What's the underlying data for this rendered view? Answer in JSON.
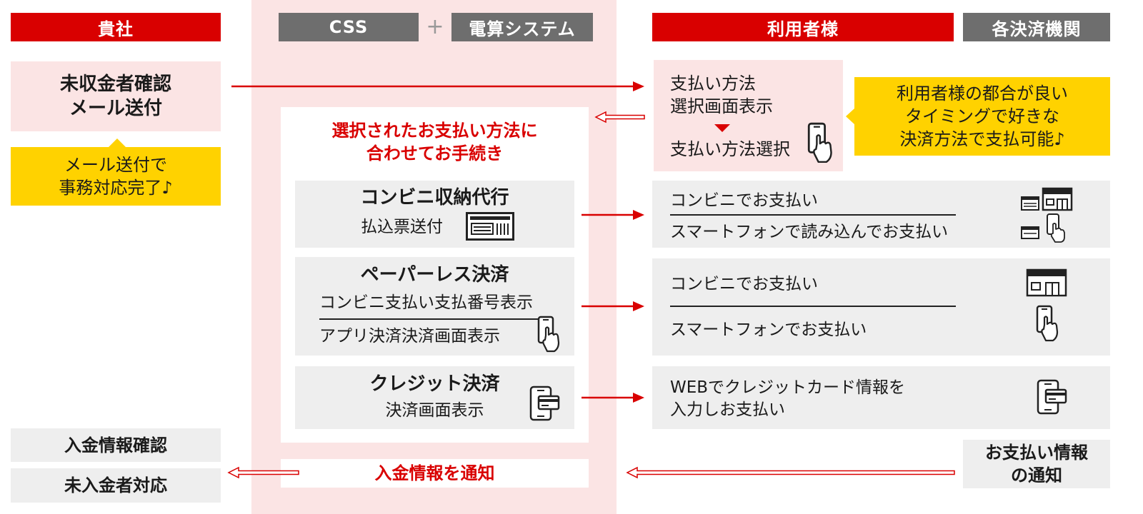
{
  "headers": {
    "company": "貴社",
    "css": "CSS",
    "plus": "+",
    "densan": "電算システム",
    "user": "利用者様",
    "institutions": "各決済機関"
  },
  "colors": {
    "accent_red": "#d90000",
    "header_gray": "#6e6e6e",
    "pink_bg": "#fbe4e4",
    "light_gray": "#eeeeee",
    "yellow": "#ffd200"
  },
  "company": {
    "confirm_line1": "未収金者確認",
    "confirm_line2": "メール送付",
    "note_line1": "メール送付で",
    "note_line2": "事務対応完了♪",
    "payment_check": "入金情報確認",
    "unpaid_handling": "未入金者対応"
  },
  "css_center": {
    "title_line1": "選択されたお支払い方法に",
    "title_line2": "合わせてお手続き",
    "conv_title": "コンビニ収納代行",
    "conv_sub": "払込票送付",
    "paperless_title": "ペーパーレス決済",
    "paperless_sub1": "コンビニ支払い支払番号表示",
    "paperless_sub2": "アプリ決済決済画面表示",
    "credit_title": "クレジット決済",
    "credit_sub": "決済画面表示",
    "notify_payment": "入金情報を通知"
  },
  "user_side": {
    "select_line1": "支払い方法",
    "select_line2": "選択画面表示",
    "select_line3": "支払い方法選択",
    "note_line1": "利用者様の都合が良い",
    "note_line2": "タイミングで好きな",
    "note_line3": "決済方法で支払可能♪",
    "conv_pay": "コンビニでお支払い",
    "smartphone_scan_pay": "スマートフォンで読み込んでお支払い",
    "conv_pay2": "コンビニでお支払い",
    "smartphone_pay": "スマートフォンでお支払い",
    "web_credit_line1": "WEBでクレジットカード情報を",
    "web_credit_line2": "入力しお支払い",
    "payment_info_line1": "お支払い情報",
    "payment_info_line2": "の通知"
  },
  "icons": {
    "phone": "smartphone-hand-icon",
    "slip": "payment-slip-icon",
    "store": "convenience-store-icon",
    "card_phone": "phone-card-icon"
  }
}
